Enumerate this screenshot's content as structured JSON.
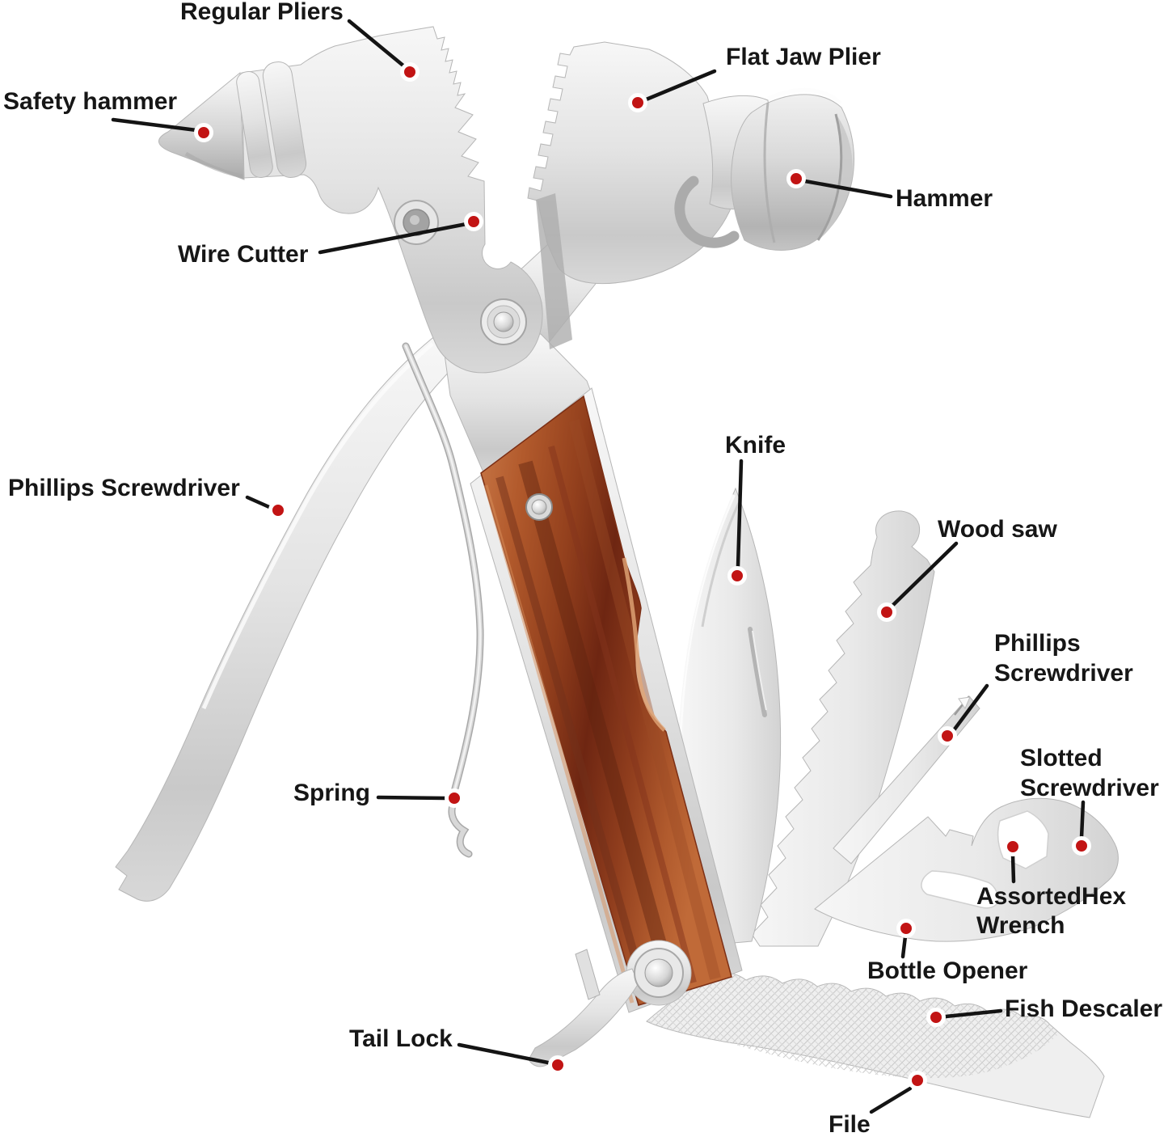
{
  "diagram": {
    "kind": "labeled-product-diagram",
    "subject": "multitool-hammer"
  },
  "colors": {
    "bg": "#ffffff",
    "label": "#161616",
    "leader": "#141414",
    "dot": "#c21414",
    "dot-ring": "#ffffff",
    "metal-light": "#f5f5f5",
    "metal-dark": "#bdbdbd",
    "wood-light": "#c87747",
    "wood-dark": "#6e2612"
  },
  "labels": {
    "regular_pliers": "Regular Pliers",
    "safety_hammer": "Safety hammer",
    "flat_jaw_plier": "Flat Jaw Plier",
    "hammer": "Hammer",
    "wire_cutter": "Wire Cutter",
    "phillips_left": "Phillips Screwdriver",
    "knife": "Knife",
    "wood_saw": "Wood saw",
    "phillips_right_1": "Phillips",
    "phillips_right_2": "Screwdriver",
    "slotted_1": "Slotted",
    "slotted_2": "Screwdriver",
    "hex_1": "AssortedHex",
    "hex_2": "Wrench",
    "bottle_opener": "Bottle Opener",
    "fish_descaler": "Fish Descaler",
    "spring": "Spring",
    "tail_lock": "Tail Lock",
    "file": "File"
  }
}
